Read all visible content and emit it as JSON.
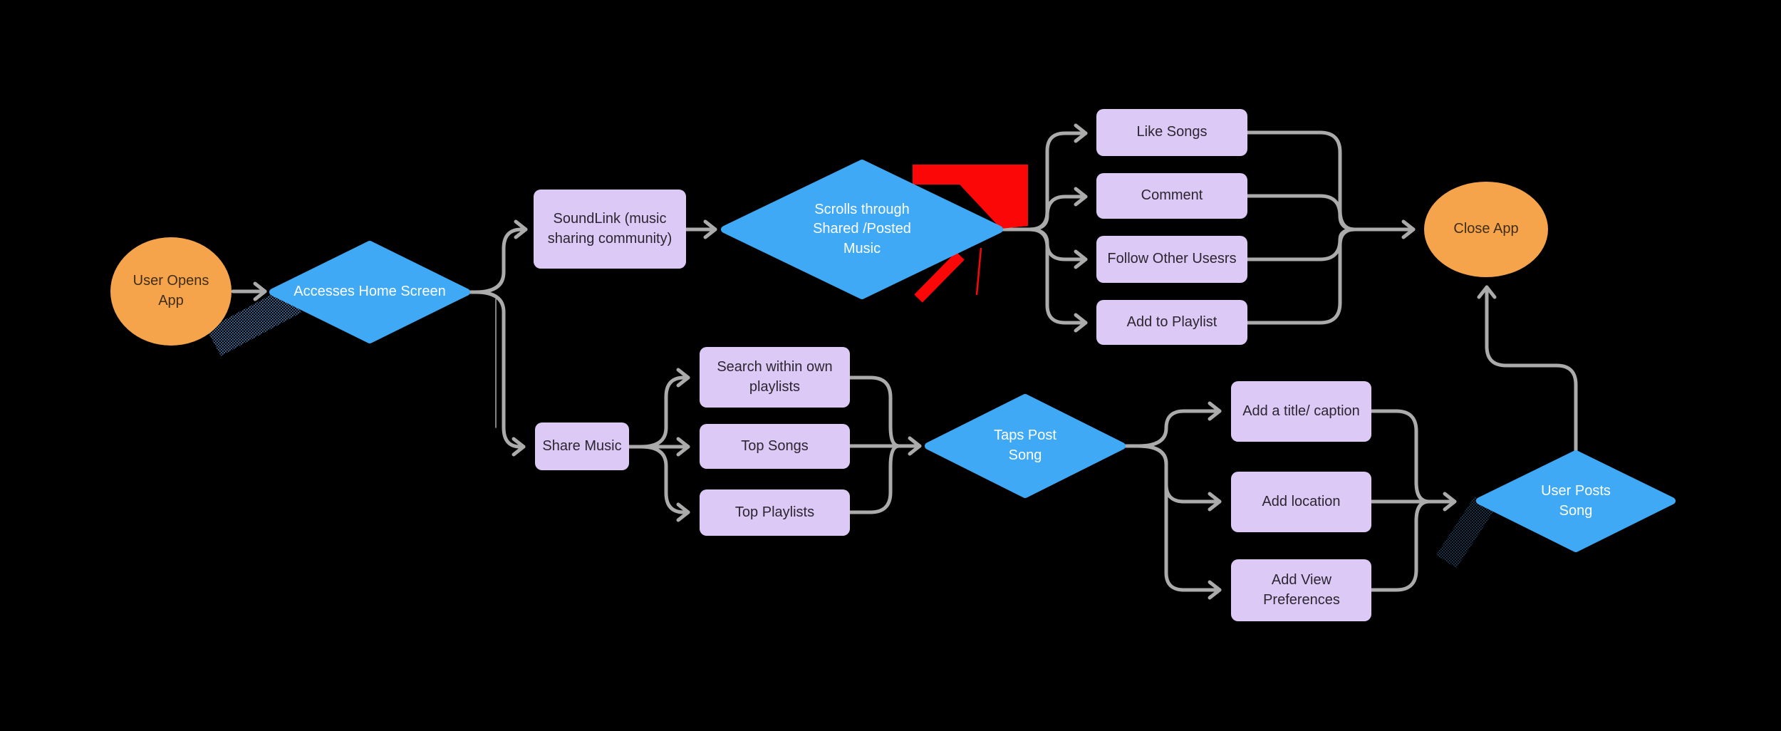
{
  "flowchart": {
    "background": "#000000",
    "colors": {
      "start_end_fill": "#F6A44C",
      "decision_fill": "#3FA9F5",
      "process_fill": "#DCC9F6",
      "connector": "#ABABAB",
      "glitch_red": "#FB0707",
      "glitch_hatch_blue": "#4F80B5",
      "glitch_hatch_dark": "#24415F",
      "text_on_process": "#2B2630",
      "text_on_decision": "#FFFFFF",
      "text_on_start_end": "#3F2D17"
    },
    "nodes": {
      "user_opens_app": {
        "label": "User Opens App"
      },
      "accesses_home_screen": {
        "label": "Accesses Home Screen"
      },
      "soundlink": {
        "label": "SoundLink (music sharing community)"
      },
      "share_music": {
        "label": "Share Music"
      },
      "scrolls_through": {
        "label": "Scrolls through Shared /Posted Music"
      },
      "search_within": {
        "label": "Search within own playlists"
      },
      "top_songs": {
        "label": "Top Songs"
      },
      "top_playlists": {
        "label": "Top Playlists"
      },
      "taps_post_song": {
        "label": "Taps Post Song"
      },
      "like_songs": {
        "label": "Like Songs"
      },
      "comment": {
        "label": "Comment"
      },
      "follow_other_users": {
        "label": "Follow Other Usesrs"
      },
      "add_to_playlist": {
        "label": "Add to Playlist"
      },
      "add_title_caption": {
        "label": "Add a title/ caption"
      },
      "add_location": {
        "label": "Add location"
      },
      "add_view_preferences": {
        "label": "Add View Preferences"
      },
      "user_posts_song": {
        "label": "User Posts Song"
      },
      "close_app": {
        "label": "Close App"
      }
    }
  }
}
